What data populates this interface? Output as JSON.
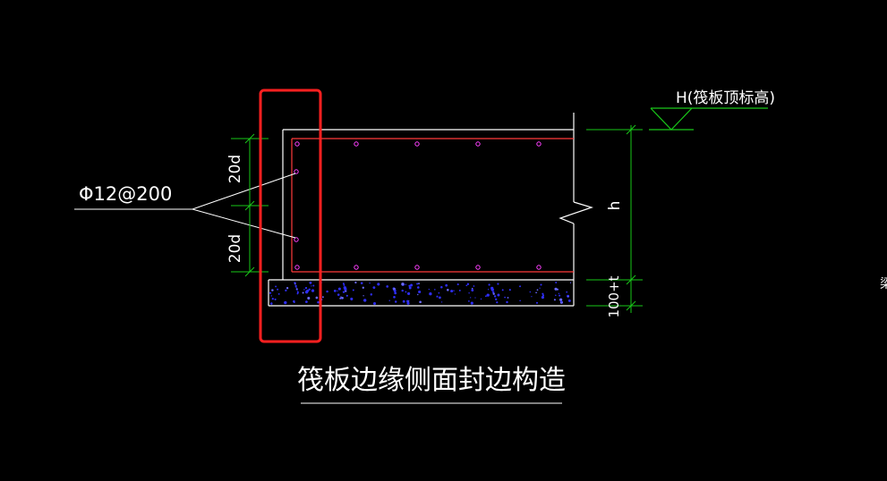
{
  "drawing": {
    "title": "筏板边缘侧面封边构造",
    "rebar_label": "Φ12@200",
    "dim_top": "20d",
    "dim_bottom": "20d",
    "dim_h": "h",
    "dim_t": "100+t",
    "elevation_label": "H(筏板顶标高)",
    "edge_glyph": "梁"
  },
  "colors": {
    "background": "#000000",
    "outline": "#ffffff",
    "rebar": "#ff3b3b",
    "rebar_dot": "#ff40ff",
    "dimension": "#19c819",
    "concrete_dots": "#2f2fff",
    "highlight": "#ff2020"
  }
}
